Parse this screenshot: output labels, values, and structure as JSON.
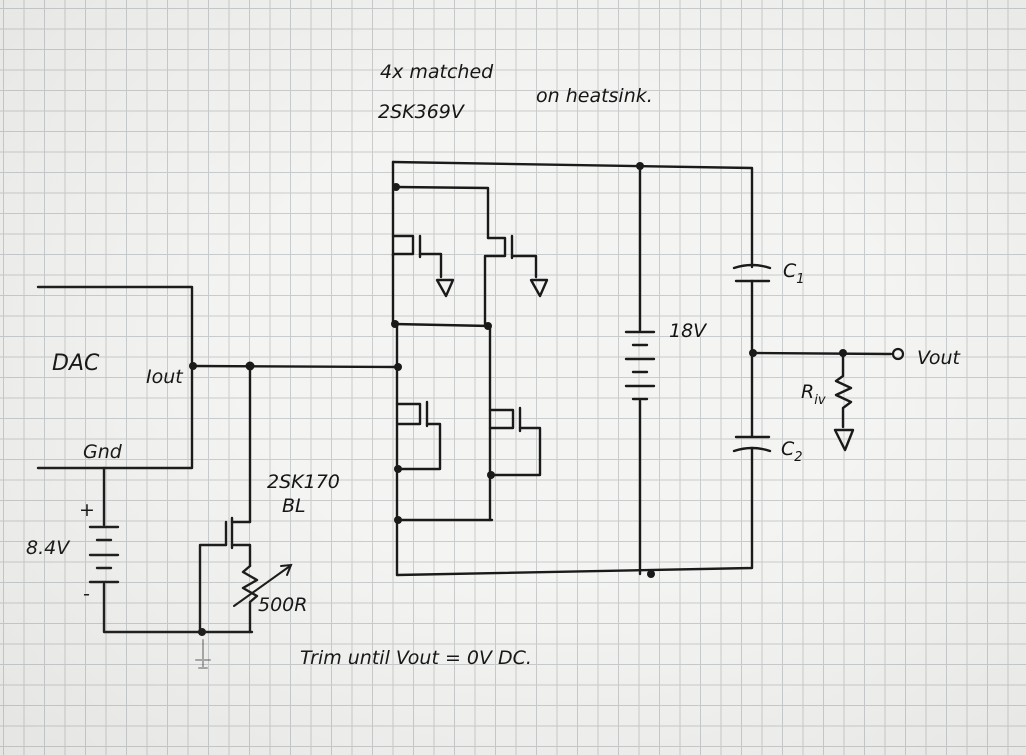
{
  "labels": {
    "title_line1": "4x matched",
    "title_line2": "2SK369V",
    "heatsink": "on heatsink.",
    "dac": "DAC",
    "iout": "Iout",
    "gnd": "Gnd",
    "battery_plus": "+",
    "battery_minus": "-",
    "battery_left": "8.4V",
    "jfet_part": "2SK170",
    "jfet_grade": "BL",
    "trimmer": "500R",
    "battery_right": "18V",
    "c1_main": "C",
    "c1_sub": "1",
    "c2_main": "C",
    "c2_sub": "2",
    "riv_main": "R",
    "riv_sub": "iv",
    "vout": "Vout",
    "note": "Trim until Vout = 0V DC."
  }
}
